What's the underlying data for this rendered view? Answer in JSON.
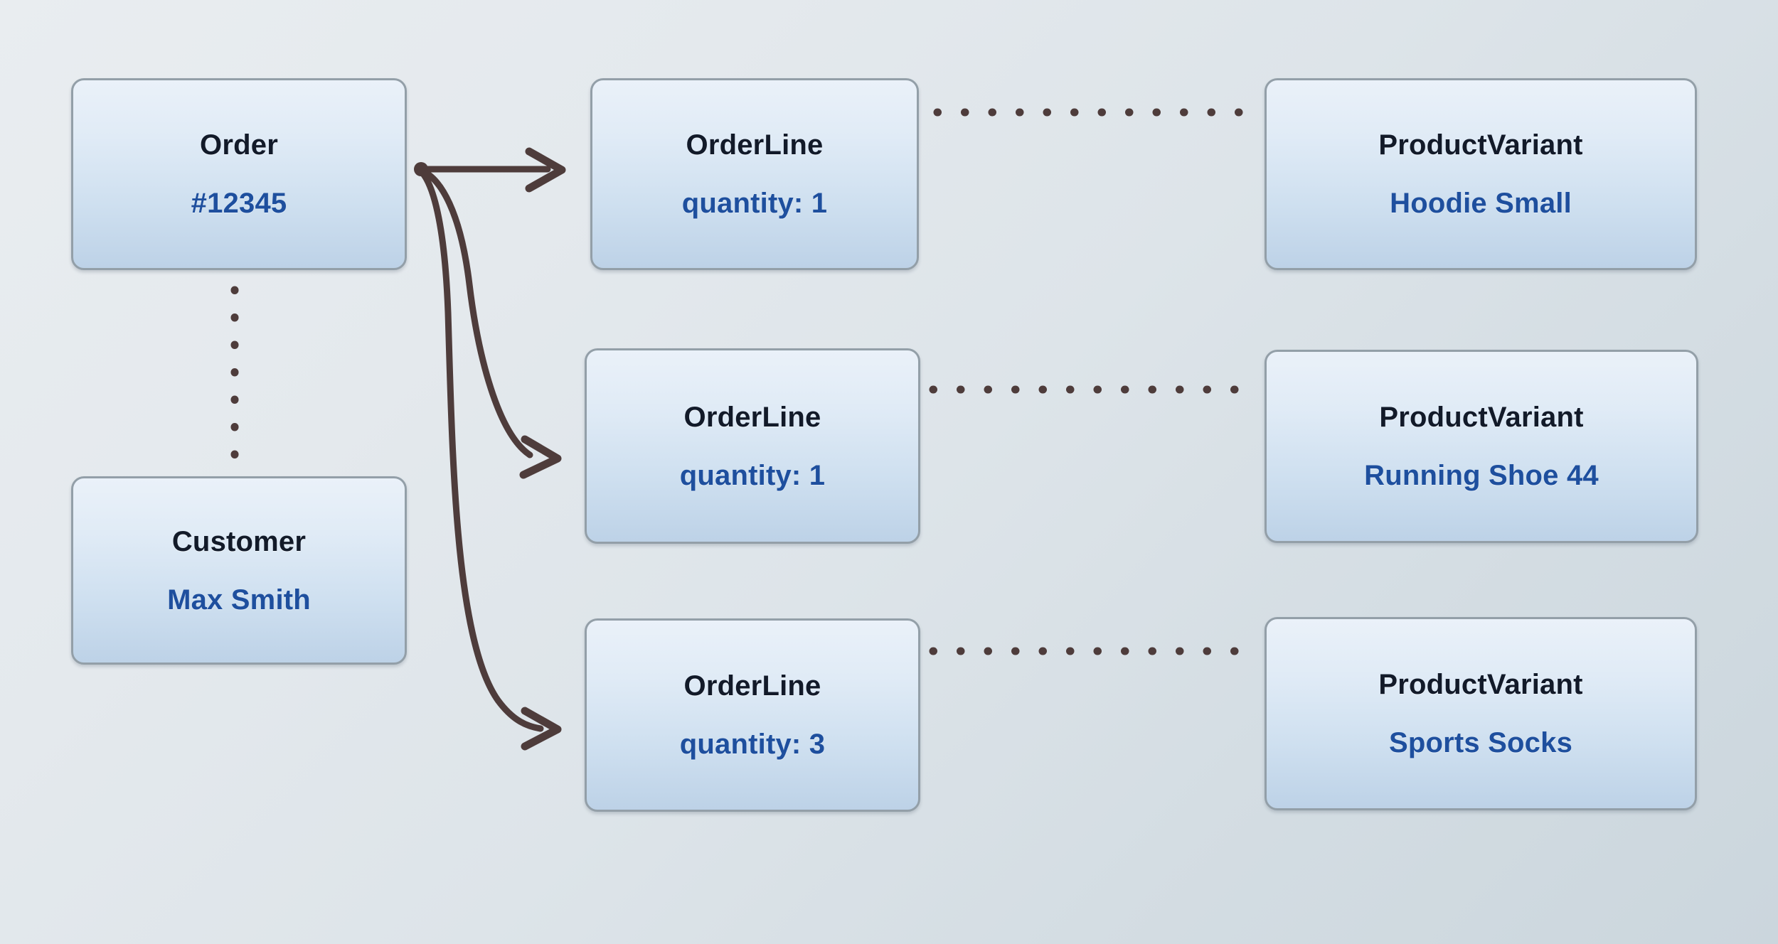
{
  "diagram": {
    "type": "entity-relationship-object-diagram",
    "background_from": "#e9edf0",
    "background_to": "#cbd6dd",
    "node_fill_from": "#eaf1f9",
    "node_fill_to": "#bdd2e7",
    "node_border": "#939fa8",
    "title_color": "#121a29",
    "subtitle_color": "#1e4f9e",
    "connector_color": "#4e3c3b"
  },
  "nodes": {
    "order": {
      "title": "Order",
      "subtitle": "#12345"
    },
    "customer": {
      "title": "Customer",
      "subtitle": "Max Smith"
    },
    "order_lines": [
      {
        "title": "OrderLine",
        "subtitle": "quantity: 1"
      },
      {
        "title": "OrderLine",
        "subtitle": "quantity: 1"
      },
      {
        "title": "OrderLine",
        "subtitle": "quantity: 3"
      }
    ],
    "product_variants": [
      {
        "title": "ProductVariant",
        "subtitle": "Hoodie Small"
      },
      {
        "title": "ProductVariant",
        "subtitle": "Running Shoe 44"
      },
      {
        "title": "ProductVariant",
        "subtitle": "Sports Socks"
      }
    ]
  },
  "edges": [
    {
      "name": "order-to-orderline-1",
      "style": "solid-arrow",
      "from": "order",
      "to": "order_line_1"
    },
    {
      "name": "order-to-orderline-2",
      "style": "solid-arrow",
      "from": "order",
      "to": "order_line_2"
    },
    {
      "name": "order-to-orderline-3",
      "style": "solid-arrow",
      "from": "order",
      "to": "order_line_3"
    },
    {
      "name": "order-to-customer",
      "style": "dotted",
      "from": "order",
      "to": "customer"
    },
    {
      "name": "orderline-1-to-variant-1",
      "style": "dotted",
      "from": "order_line_1",
      "to": "product_variant_1"
    },
    {
      "name": "orderline-2-to-variant-2",
      "style": "dotted",
      "from": "order_line_2",
      "to": "product_variant_2"
    },
    {
      "name": "orderline-3-to-variant-3",
      "style": "dotted",
      "from": "order_line_3",
      "to": "product_variant_3"
    }
  ]
}
